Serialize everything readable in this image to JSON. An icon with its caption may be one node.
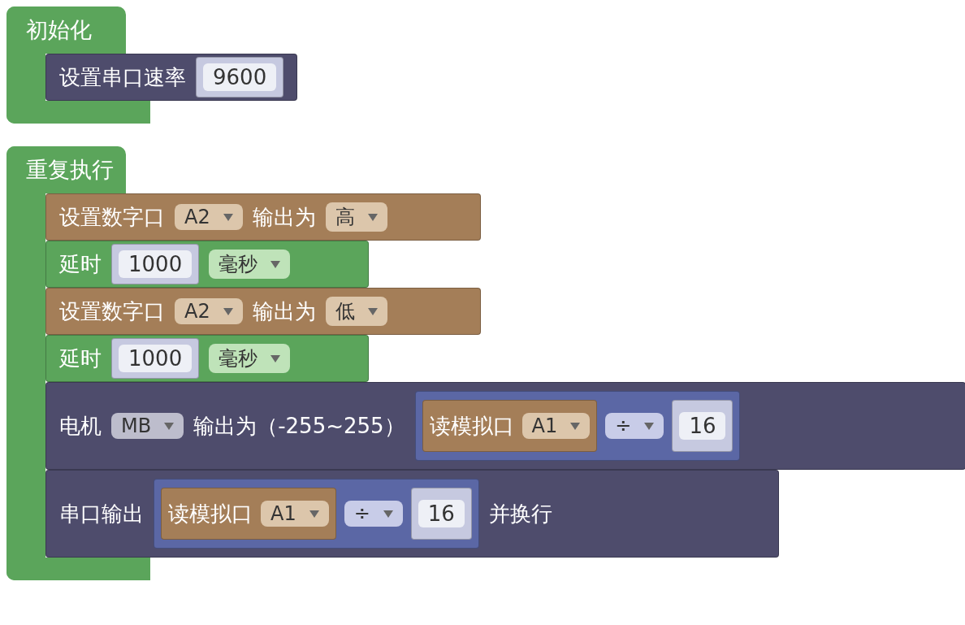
{
  "diagram": {
    "nodes": [
      {
        "text": [
          "初始化"
        ]
      },
      {
        "text": [
          "设置串口速率"
        ],
        "in": 0
      },
      {
        "text": [
          "9600"
        ],
        "in": 1
      },
      {
        "text": [
          "重复执行"
        ]
      },
      {
        "text": [
          "设置数字口",
          "A2",
          "输出为",
          "高"
        ],
        "in": 3
      },
      {
        "text": [
          "延时",
          "毫秒"
        ],
        "in": 3
      },
      {
        "text": [
          "1000"
        ],
        "in": 5
      },
      {
        "text": [
          "设置数字口",
          "A2",
          "输出为",
          "低"
        ],
        "in": 3
      },
      {
        "text": [
          "延时",
          "毫秒"
        ],
        "in": 3
      },
      {
        "text": [
          "1000"
        ],
        "in": 8
      },
      {
        "text": [
          "电机",
          "MB",
          "输出为（-255~255）"
        ],
        "in": 3
      },
      {
        "text": [
          "÷"
        ],
        "in": 10
      },
      {
        "text": [
          "读模拟口",
          "A1"
        ],
        "in": 11
      },
      {
        "text": [
          "16"
        ],
        "in": 11
      },
      {
        "text": [
          "串口输出",
          "并换行"
        ],
        "in": 3
      },
      {
        "text": [
          "÷"
        ],
        "in": 14
      },
      {
        "text": [
          "读模拟口",
          "A1"
        ],
        "in": 15
      },
      {
        "text": [
          "16"
        ],
        "in": 15
      }
    ]
  }
}
